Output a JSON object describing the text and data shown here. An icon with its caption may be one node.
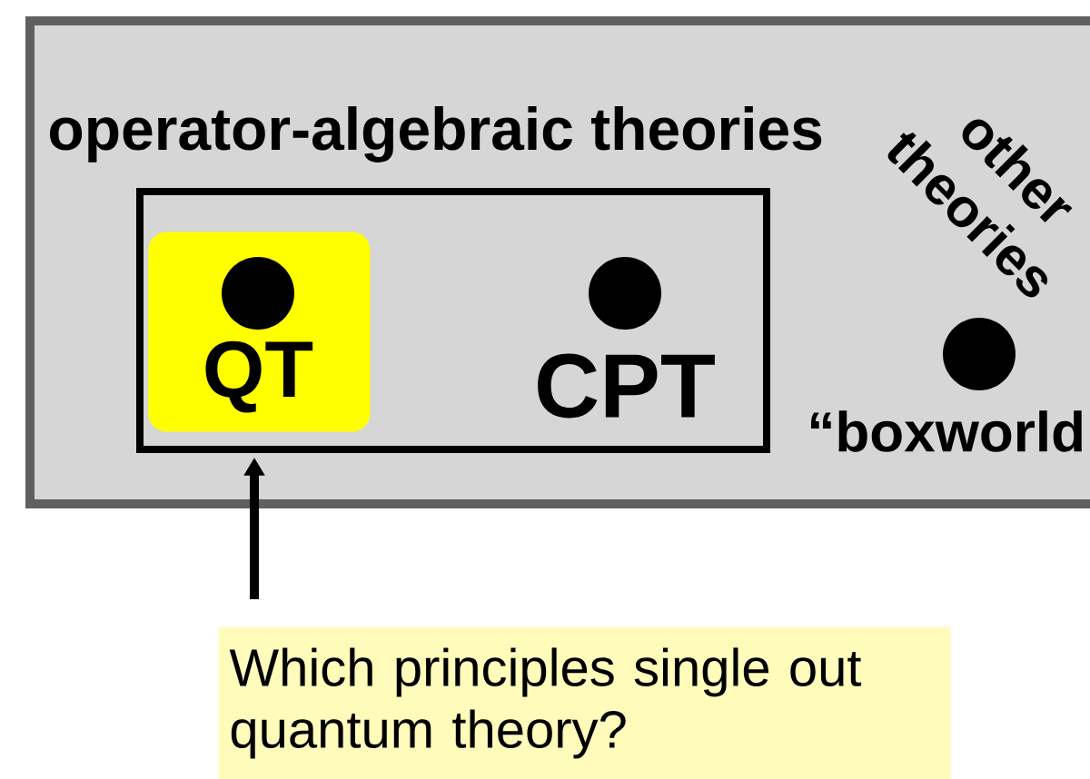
{
  "diagram": {
    "nodes": [
      {
        "text": [],
        "shape": "box"
      },
      {
        "text": [
          "operator-algebraic theories"
        ],
        "in": 0
      },
      {
        "text": [
          "QT"
        ],
        "in": 1
      },
      {
        "text": [
          "CPT"
        ],
        "in": 1
      },
      {
        "text": [
          "“boxworld"
        ],
        "in": 0
      },
      {
        "text": [
          "Which principles single out quantum theory?"
        ]
      }
    ],
    "edges": [
      {
        "from": 5,
        "to": 2,
        "arrow": "to"
      }
    ],
    "labels": [
      "other theories"
    ]
  }
}
